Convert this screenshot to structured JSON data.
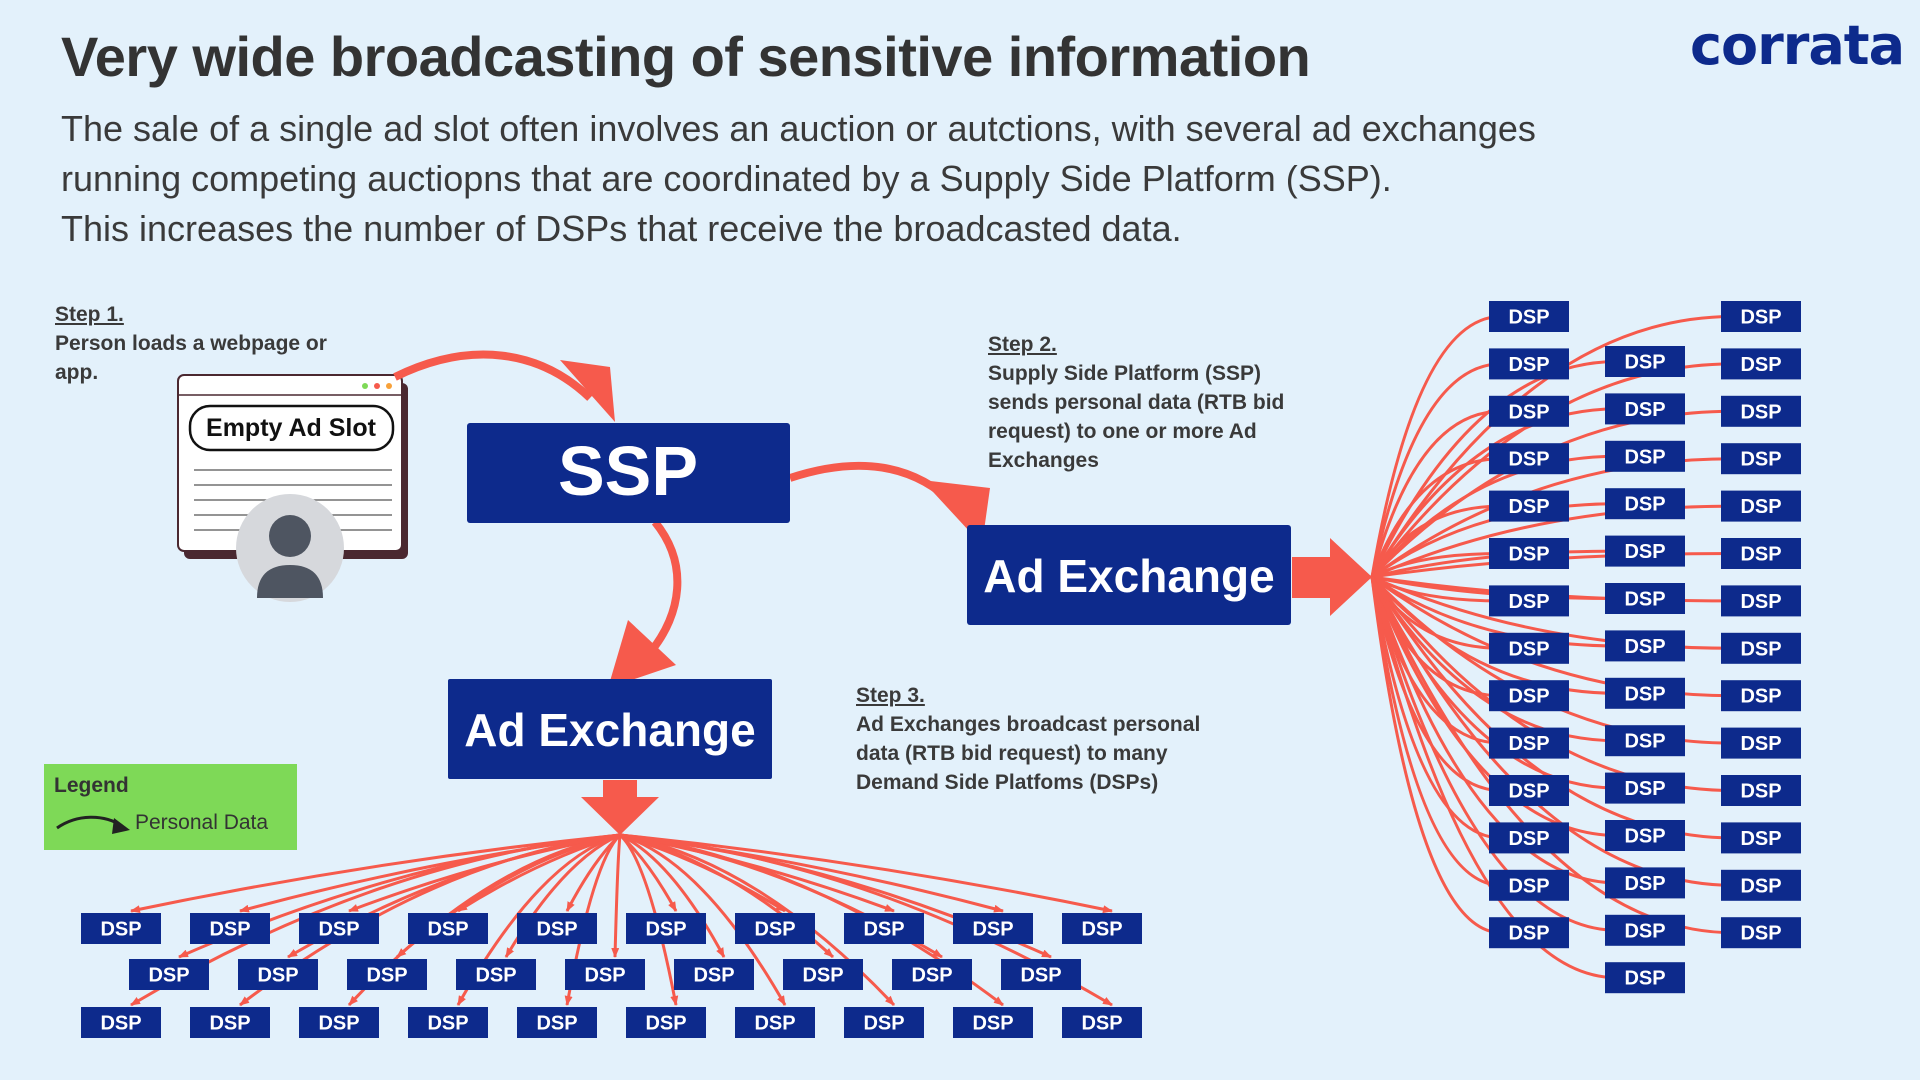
{
  "header": {
    "title": "Very wide broadcasting of sensitive information",
    "subtitle_lines": [
      "The sale of a single ad slot often involves an auction or autctions, with several ad exchanges",
      "running competing auctiopns that are coordinated by a Supply Side Platform (SSP).",
      "This increases the number of DSPs that receive the broadcasted data."
    ]
  },
  "logo": {
    "text": "corrata",
    "brand_color": "#0d2a8c",
    "accent_color": "#27c07a"
  },
  "steps": {
    "step1": {
      "heading": "Step 1.",
      "lines": [
        "Person loads a webpage or",
        "app."
      ]
    },
    "step2": {
      "heading": "Step 2.",
      "lines": [
        "Supply Side Platform (SSP)",
        "sends personal data (RTB bid",
        "request) to one or more Ad",
        "Exchanges"
      ]
    },
    "step3": {
      "heading": "Step 3.",
      "lines": [
        "Ad Exchanges broadcast personal",
        "data (RTB bid request) to many",
        "Demand Side Platfoms (DSPs)"
      ]
    }
  },
  "webpage": {
    "ad_slot_label": "Empty Ad Slot",
    "icon": "user-avatar-icon"
  },
  "nodes": {
    "ssp_label": "SSP",
    "ad_exchange_right_label": "Ad Exchange",
    "ad_exchange_bottom_label": "Ad Exchange",
    "dsp_label": "DSP"
  },
  "legend": {
    "title": "Legend",
    "item_label": "Personal Data",
    "icon": "curved-arrow-icon"
  },
  "colors": {
    "background": "#e3f1fb",
    "node_fill": "#0d2a8c",
    "arrow": "#f65a4c",
    "legend_bg": "#7ed957"
  },
  "counts": {
    "dsp_right_column_1": 14,
    "dsp_right_column_2": 14,
    "dsp_right_column_3": 14,
    "dsp_bottom_row_1": 10,
    "dsp_bottom_row_2": 9,
    "dsp_bottom_row_3": 10
  }
}
